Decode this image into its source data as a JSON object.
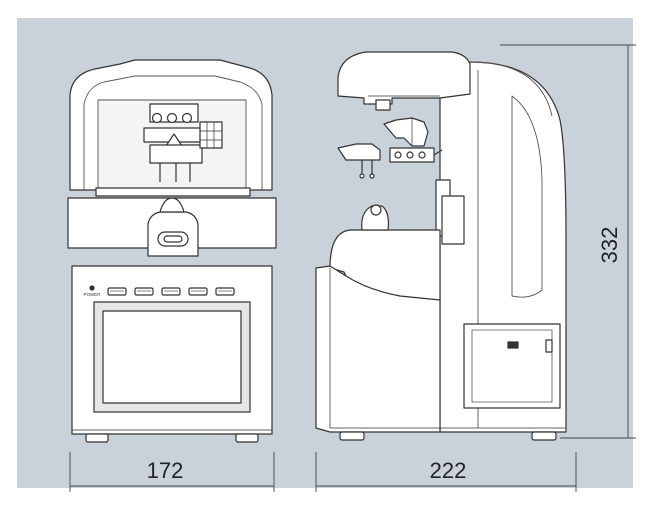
{
  "dimensions": {
    "front_width": "172",
    "side_depth": "222",
    "height": "332"
  },
  "panel_label": "POWER",
  "colors": {
    "background_panel": "#c9d2da",
    "machine_body": "#ffffff",
    "outline": "#333333",
    "screen_frame": "#e6e6e6"
  }
}
